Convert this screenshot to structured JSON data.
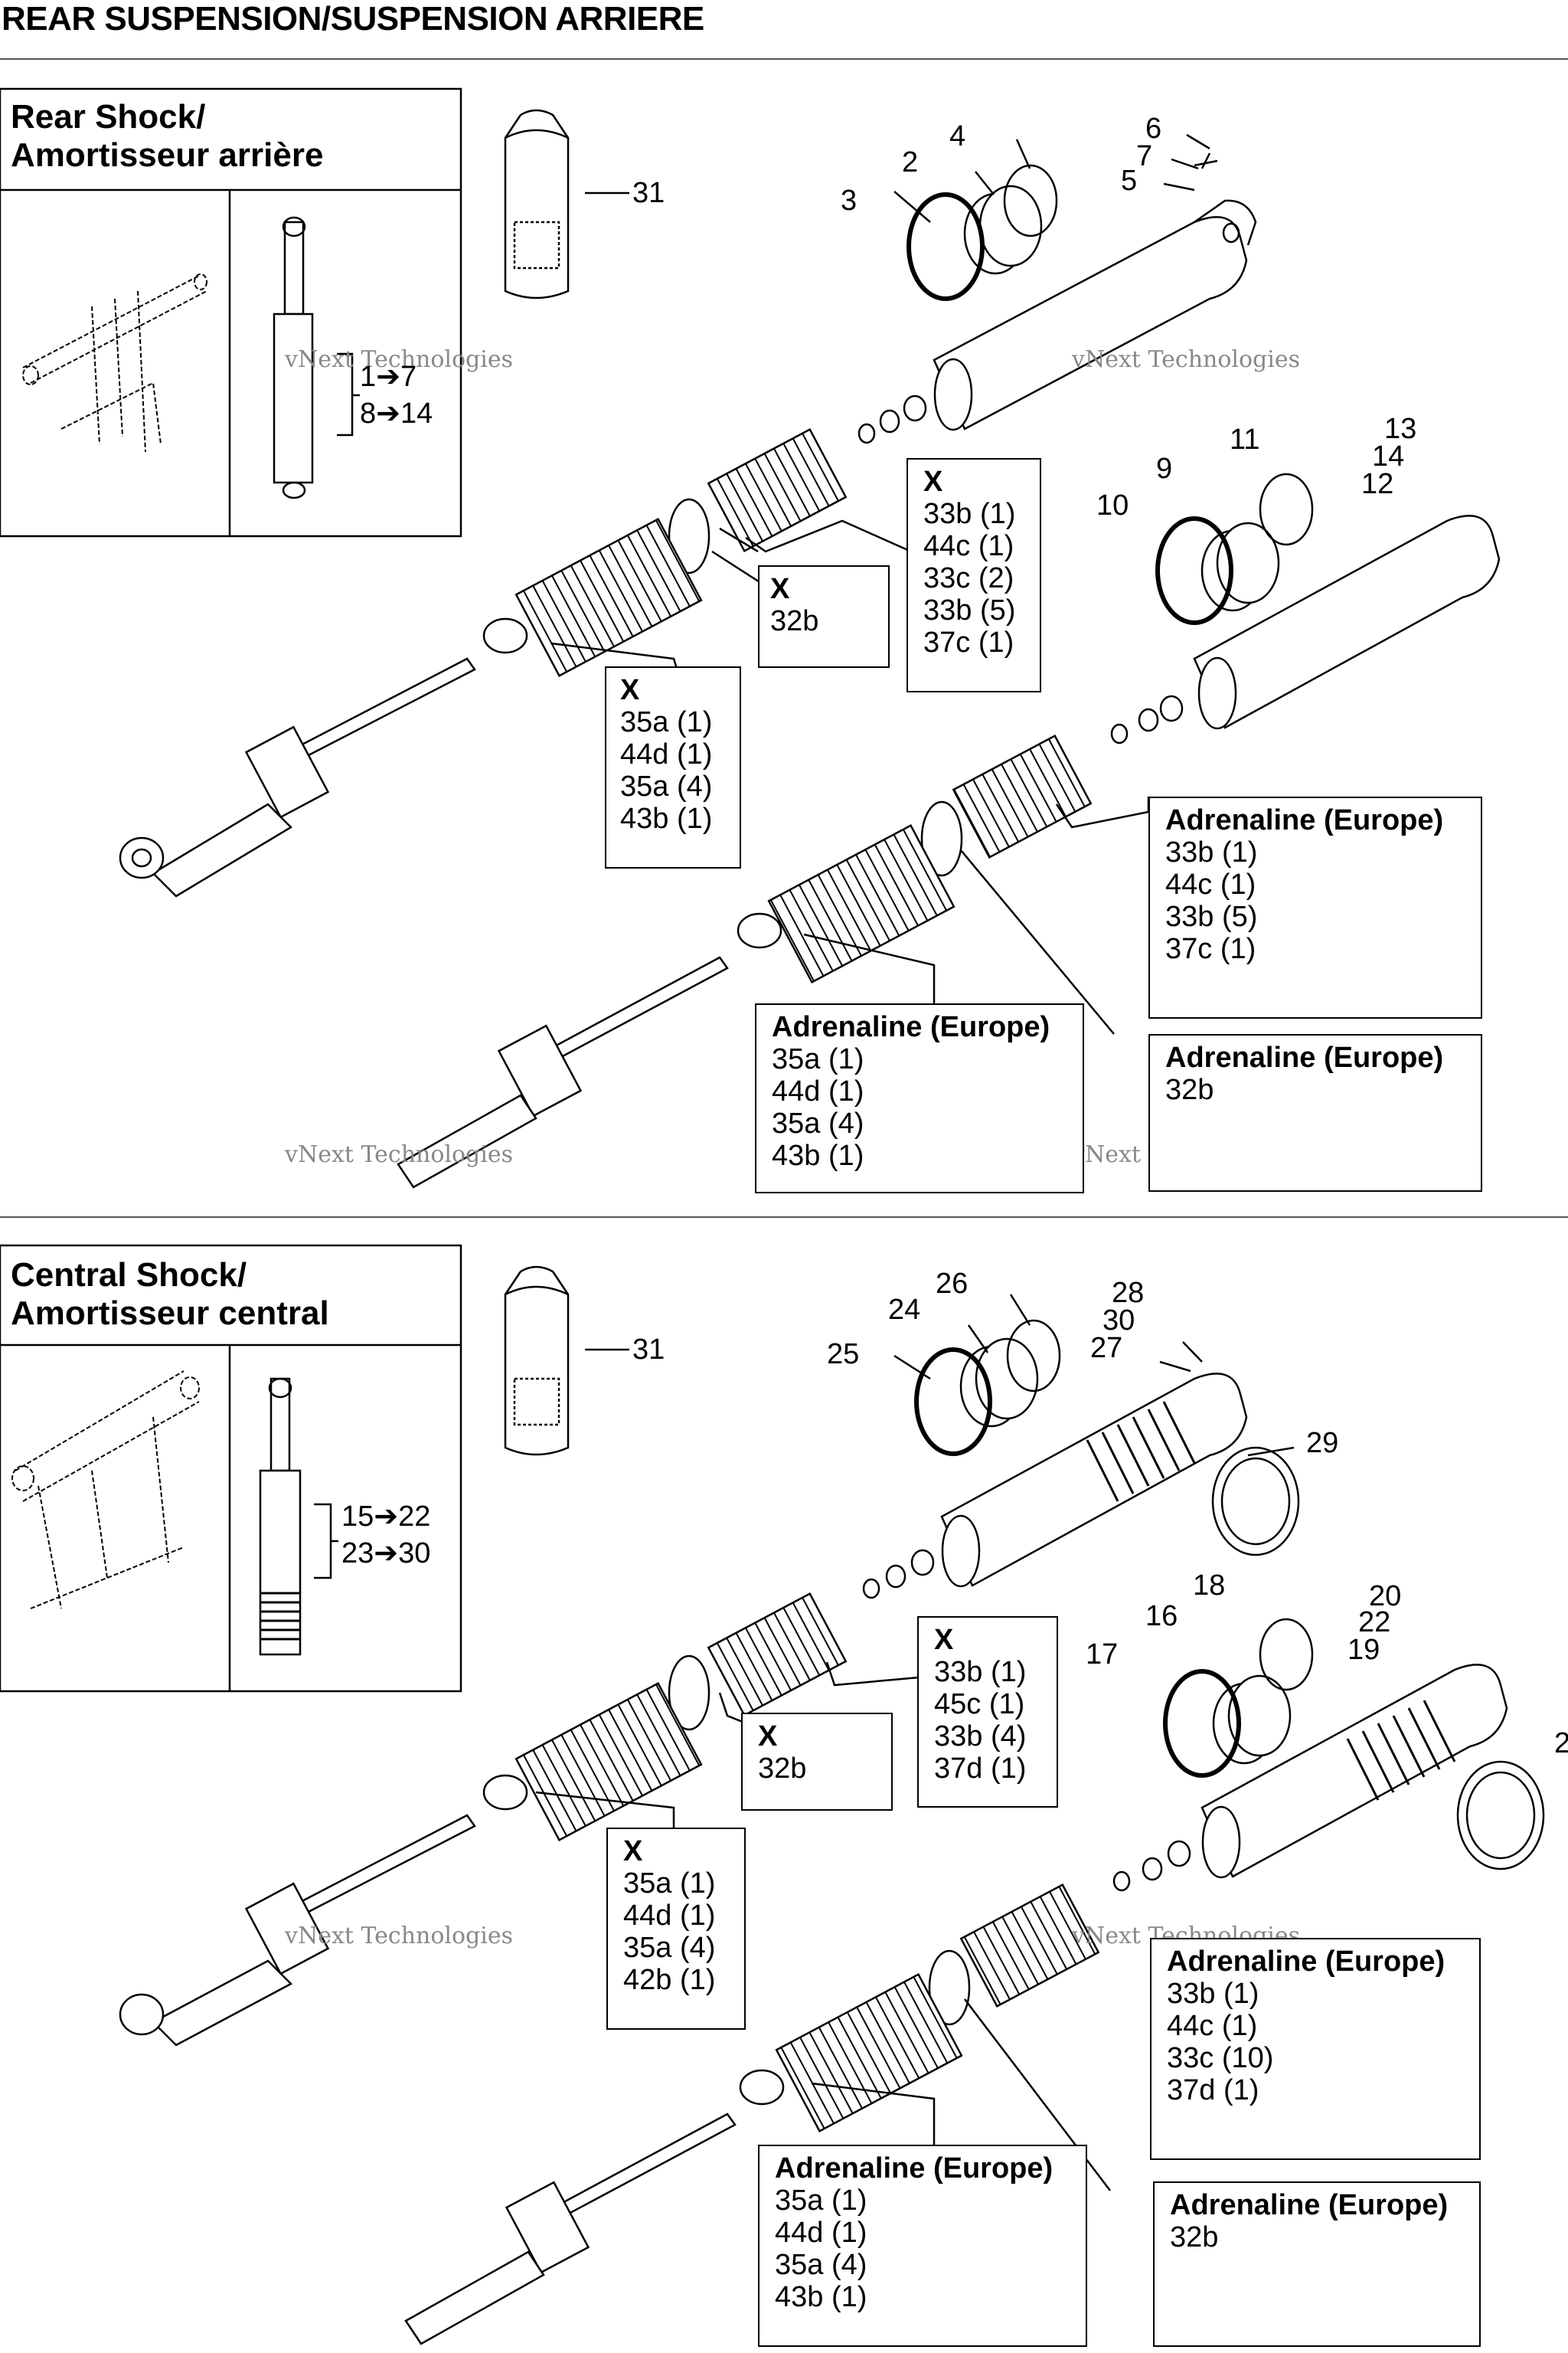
{
  "page_title": "REAR SUSPENSION/SUSPENSION ARRIERE",
  "watermark": {
    "line1": "vNext",
    "line2": "Technologies",
    "full": "vNext Technologies"
  },
  "rear_section": {
    "title_line1": "Rear Shock/",
    "title_line2": "Amortisseur arrière",
    "ranges": [
      "1➔7",
      "8➔14"
    ],
    "boxes": [
      {
        "header": "X",
        "lines": [
          "33b (1)",
          "44c (1)",
          "33c (2)",
          "33b (5)",
          "37c (1)"
        ]
      },
      {
        "header": "X",
        "lines": [
          "32b"
        ]
      },
      {
        "header": "X",
        "lines": [
          "35a (1)",
          "44d (1)",
          "35a (4)",
          "43b (1)"
        ]
      },
      {
        "header": "Adrenaline (Europe)",
        "lines": [
          "33b (1)",
          "44c (1)",
          "33b (5)",
          "37c (1)"
        ]
      },
      {
        "header": "Adrenaline (Europe)",
        "lines": [
          "35a (1)",
          "44d (1)",
          "35a (4)",
          "43b (1)"
        ]
      },
      {
        "header": "Adrenaline (Europe)",
        "lines": [
          "32b"
        ]
      }
    ],
    "callouts": [
      "31",
      "4",
      "2",
      "3",
      "6",
      "7",
      "5",
      "13",
      "14",
      "12",
      "11",
      "9",
      "10"
    ]
  },
  "central_section": {
    "title_line1": "Central Shock/",
    "title_line2": "Amortisseur central",
    "ranges": [
      "15➔22",
      "23➔30"
    ],
    "boxes": [
      {
        "header": "X",
        "lines": [
          "33b (1)",
          "45c (1)",
          "33b (4)",
          "37d (1)"
        ]
      },
      {
        "header": "X",
        "lines": [
          "32b"
        ]
      },
      {
        "header": "X",
        "lines": [
          "35a (1)",
          "44d (1)",
          "35a (4)",
          "42b (1)"
        ]
      },
      {
        "header": "Adrenaline (Europe)",
        "lines": [
          "33b (1)",
          "44c (1)",
          "33c (10)",
          "37d (1)"
        ]
      },
      {
        "header": "Adrenaline (Europe)",
        "lines": [
          "35a (1)",
          "44d (1)",
          "35a (4)",
          "43b (1)"
        ]
      },
      {
        "header": "Adrenaline (Europe)",
        "lines": [
          "32b"
        ]
      }
    ],
    "callouts": [
      "31",
      "26",
      "24",
      "28",
      "30",
      "25",
      "27",
      "29",
      "18",
      "20",
      "16",
      "22",
      "19",
      "17",
      "2"
    ]
  }
}
